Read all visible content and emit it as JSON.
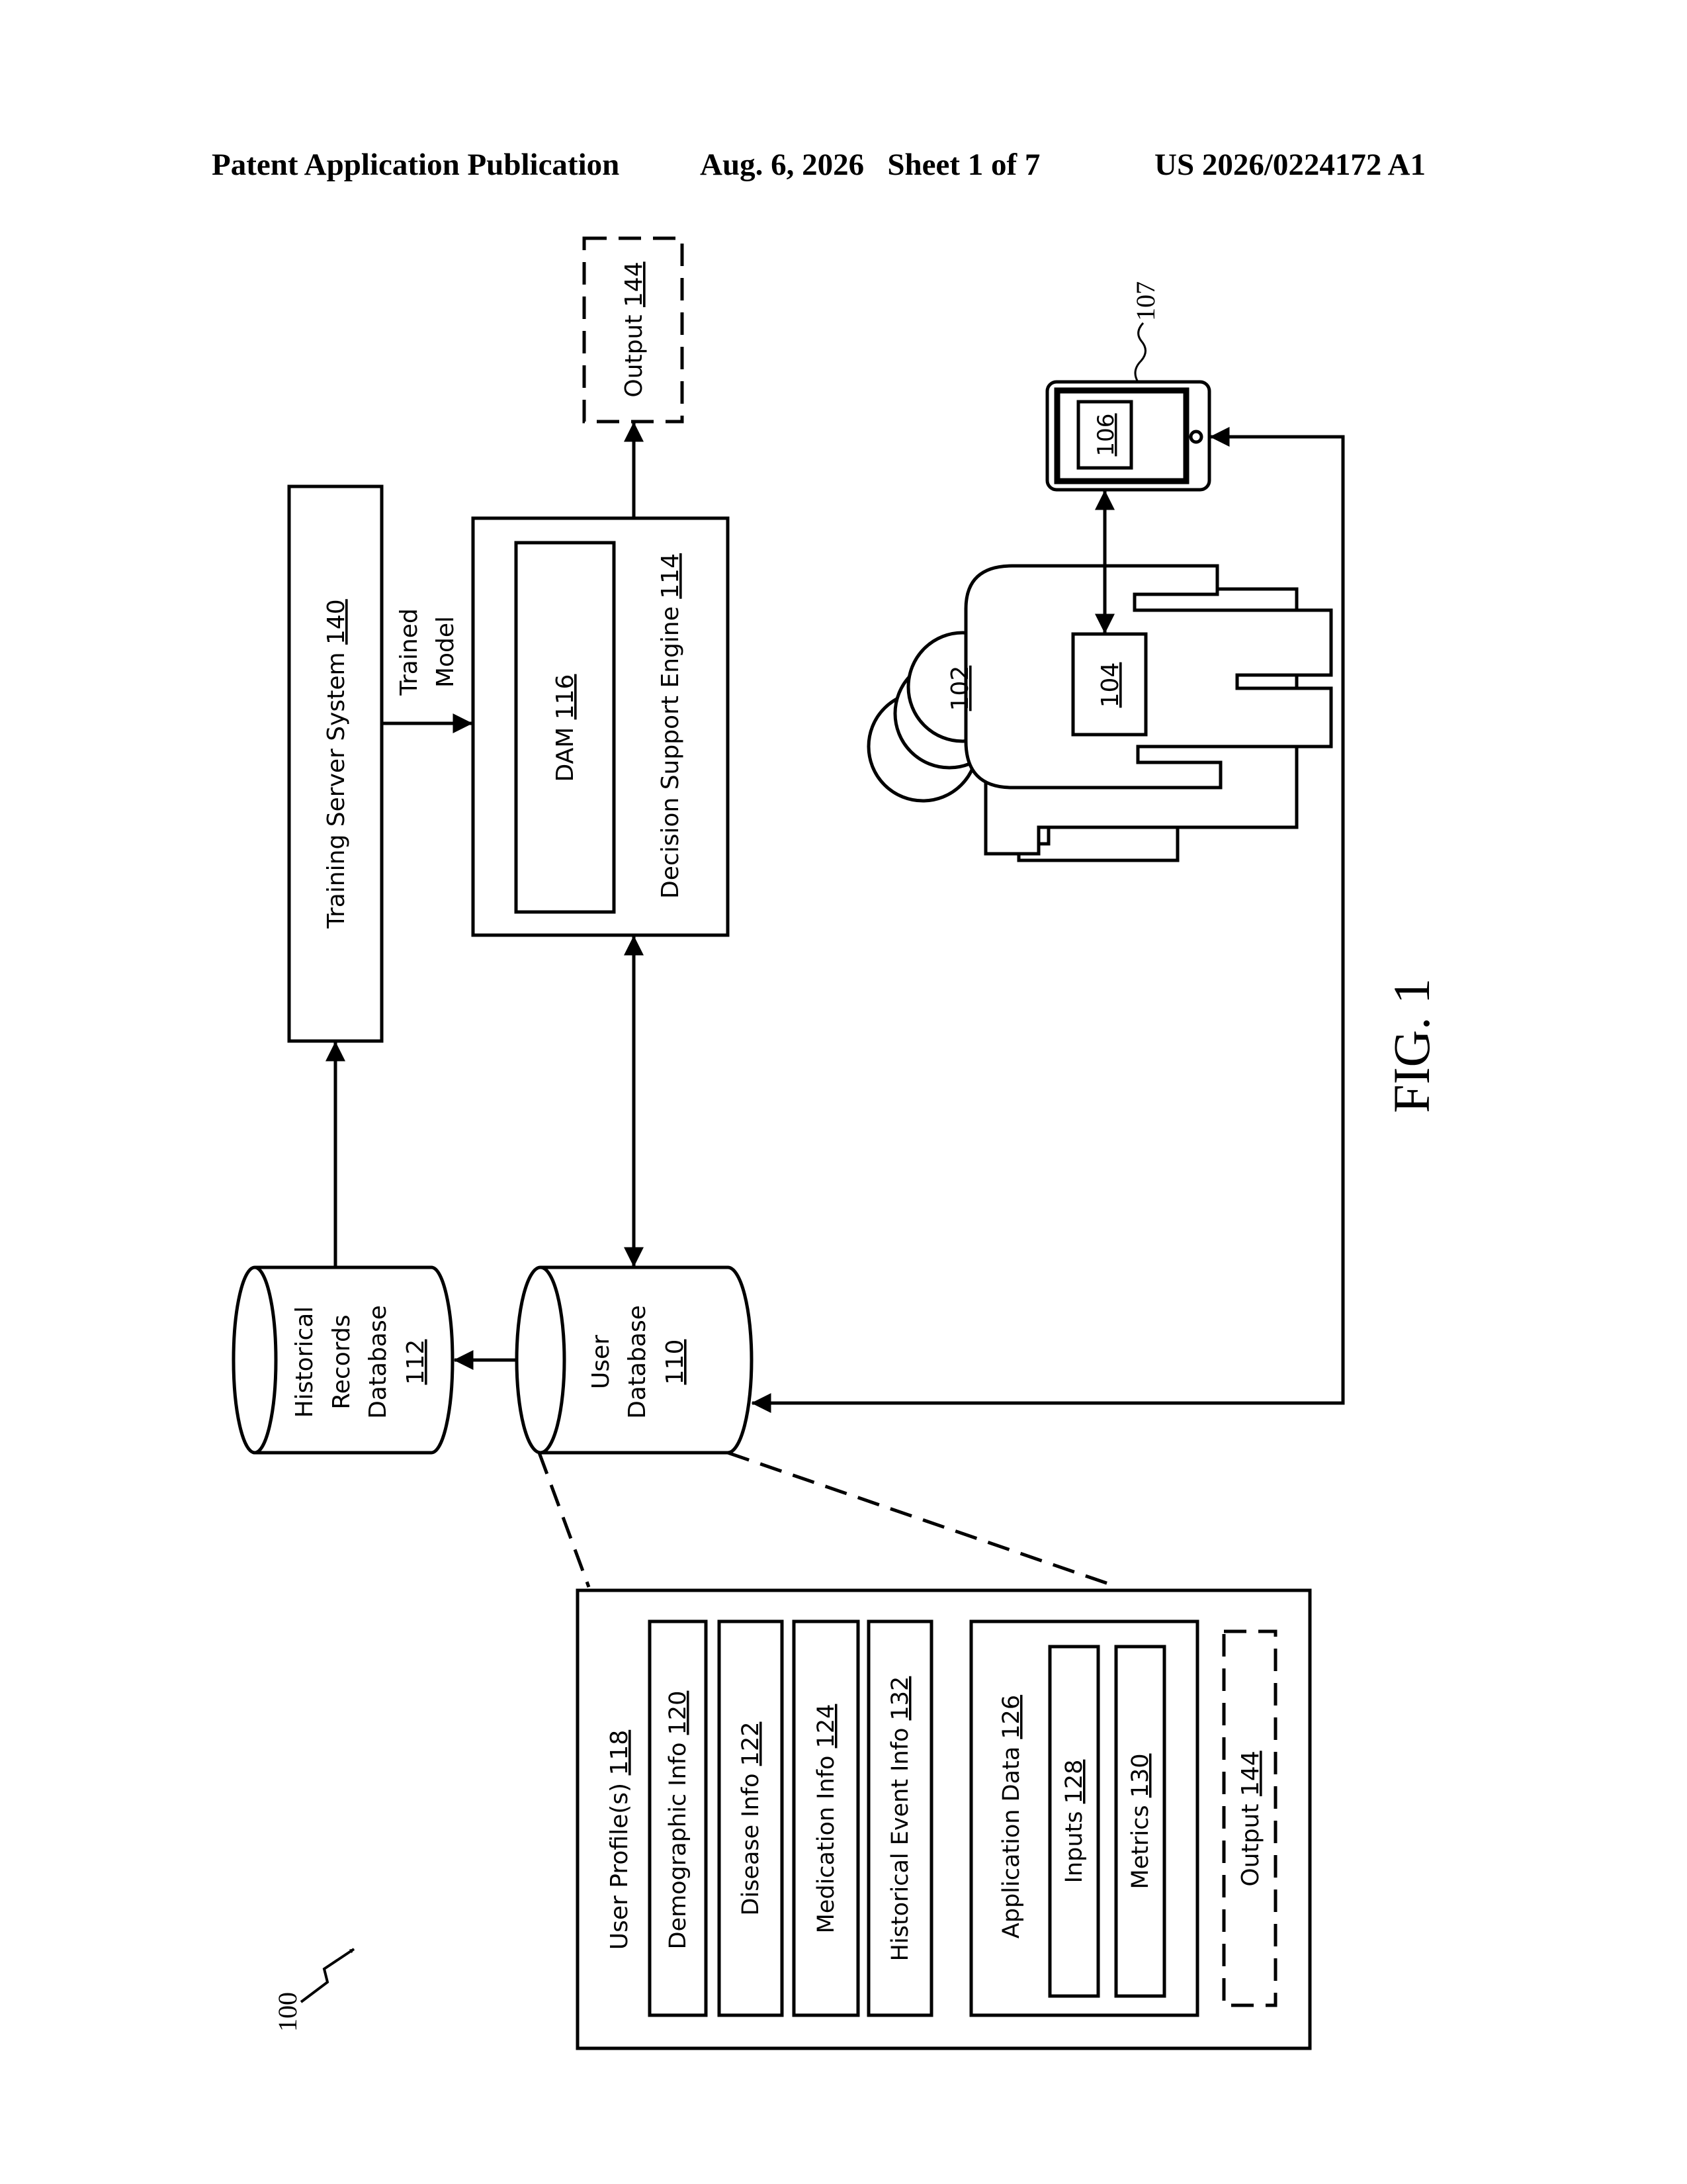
{
  "header": {
    "publication": "Patent Application Publication",
    "date_sheet": "Aug. 6, 2026   Sheet 1 of 7",
    "pub_number": "US 2026/0224172 A1"
  },
  "diagram": {
    "figure_label": "FIG. 1",
    "system_ref": "100",
    "training_server": {
      "label": "Training Server System ",
      "ref": "140"
    },
    "trained_model": {
      "line1": "Trained",
      "line2": "Model"
    },
    "decision_engine": {
      "label": "Decision Support Engine ",
      "ref": "114"
    },
    "dam": {
      "label": "DAM ",
      "ref": "116"
    },
    "output_top": {
      "label": "Output ",
      "ref": "144"
    },
    "historical_db": {
      "line1": "Historical",
      "line2": "Records",
      "line3": "Database",
      "ref": "112"
    },
    "user_db": {
      "line1": "User",
      "line2": "Database",
      "ref": "110"
    },
    "user_profiles": {
      "label": "User Profile(s) ",
      "ref": "118"
    },
    "demographic": {
      "label": "Demographic Info ",
      "ref": "120"
    },
    "disease": {
      "label": "Disease Info ",
      "ref": "122"
    },
    "medication": {
      "label": "Medication Info ",
      "ref": "124"
    },
    "historical_event": {
      "label": "Historical Event Info ",
      "ref": "132"
    },
    "application_data": {
      "label": "Application Data ",
      "ref": "126"
    },
    "inputs": {
      "label": "Inputs ",
      "ref": "128"
    },
    "metrics": {
      "label": "Metrics ",
      "ref": "130"
    },
    "output_profile": {
      "label": "Output ",
      "ref": "144"
    },
    "users_ref": "102",
    "person_ref": "104",
    "app_ref": "106",
    "device_ref": "107"
  }
}
